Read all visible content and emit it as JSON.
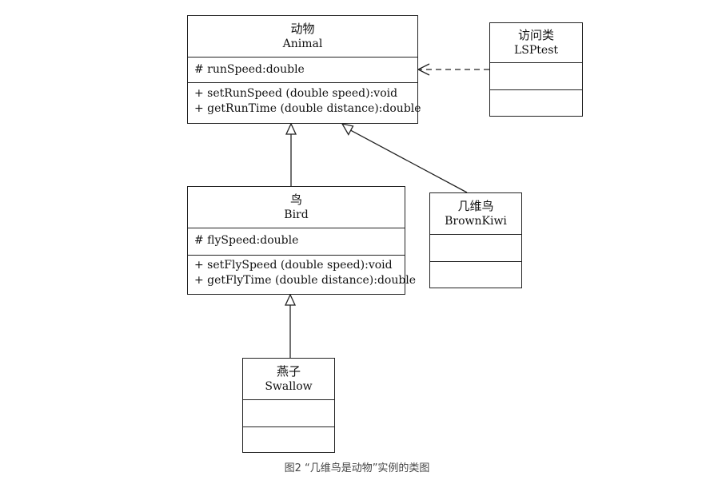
{
  "diagram": {
    "classes": {
      "animal": {
        "name_cn": "动物",
        "name_en": "Animal",
        "attributes": [
          "# runSpeed:double"
        ],
        "methods": [
          "+ setRunSpeed (double speed):void",
          "+ getRunTime (double distance):double"
        ]
      },
      "lsptest": {
        "name_cn": "访问类",
        "name_en": "LSPtest",
        "attributes": [],
        "methods": []
      },
      "bird": {
        "name_cn": "鸟",
        "name_en": "Bird",
        "attributes": [
          "# flySpeed:double"
        ],
        "methods": [
          "+ setFlySpeed (double speed):void",
          "+ getFlyTime (double distance):double"
        ]
      },
      "brownkiwi": {
        "name_cn": "几维鸟",
        "name_en": "BrownKiwi",
        "attributes": [],
        "methods": []
      },
      "swallow": {
        "name_cn": "燕子",
        "name_en": "Swallow",
        "attributes": [],
        "methods": []
      }
    },
    "relations": [
      {
        "type": "dependency",
        "from": "lsptest",
        "to": "animal"
      },
      {
        "type": "generalization",
        "from": "bird",
        "to": "animal"
      },
      {
        "type": "generalization",
        "from": "brownkiwi",
        "to": "animal"
      },
      {
        "type": "generalization",
        "from": "swallow",
        "to": "bird"
      }
    ]
  },
  "caption": "图2 “几维鸟是动物”实例的类图"
}
